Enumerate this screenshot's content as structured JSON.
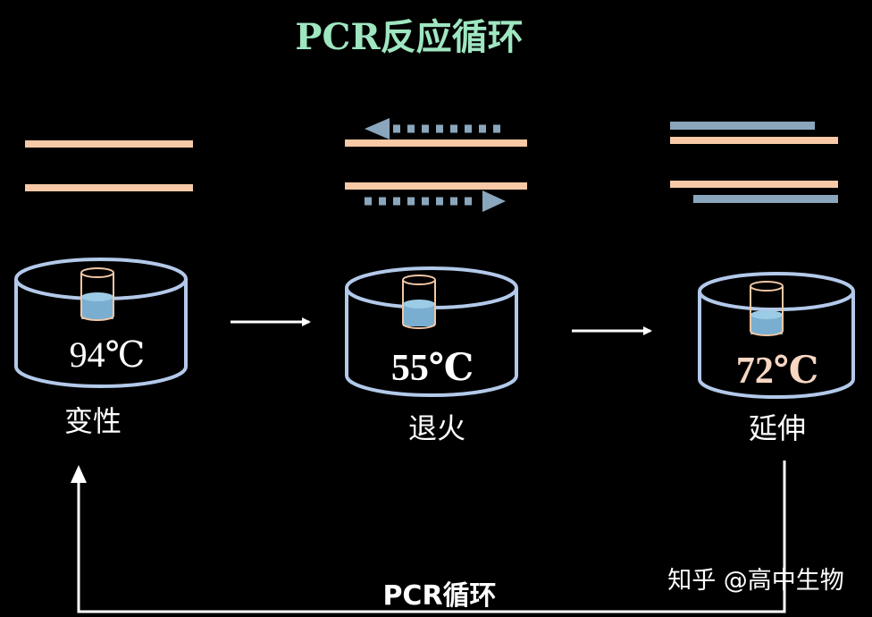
{
  "title": "PCR反应循环",
  "colors": {
    "background": "#000000",
    "title": "#9ee6c0",
    "strand": "#f7c9a6",
    "primer": "#8aa6bc",
    "container": "#b3c9ea",
    "tube": "#f2c7a5",
    "liquid": "#79aed0",
    "text": "#ffffff",
    "temp_72": "#f7d7c2"
  },
  "stages": [
    {
      "id": "denaturation",
      "temperature": "94℃",
      "label": "变性"
    },
    {
      "id": "annealing",
      "temperature": "55℃",
      "label": "退火"
    },
    {
      "id": "extension",
      "temperature": "72℃",
      "label": "延伸"
    }
  ],
  "cycle_label": "PCR循环",
  "watermark": "知乎 @高中生物"
}
